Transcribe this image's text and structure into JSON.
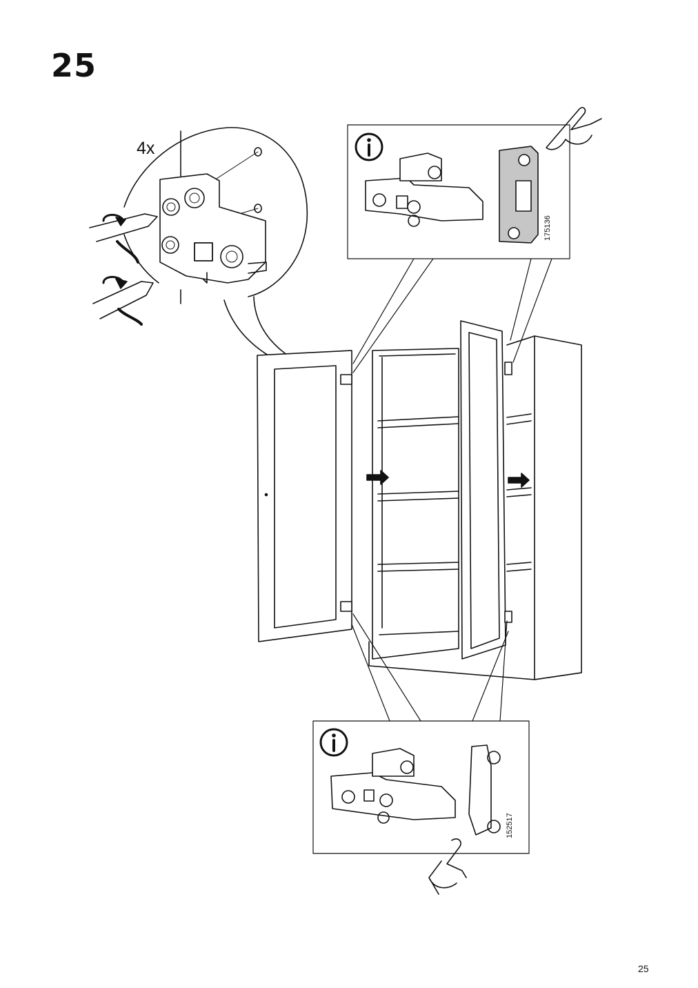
{
  "step": {
    "number": "25"
  },
  "detail_callout": {
    "quantity": "4x"
  },
  "info_top": {
    "icon": "info-icon",
    "part_code": "175136",
    "hand_icon": "pointing-hand-icon"
  },
  "info_bottom": {
    "icon": "info-icon",
    "part_code": "152517",
    "hand_icon": "pointing-hand-icon"
  },
  "footer": {
    "page_number": "25"
  }
}
